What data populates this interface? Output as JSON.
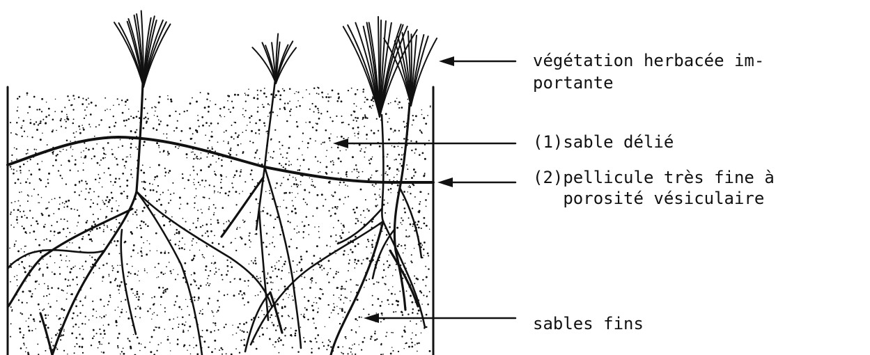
{
  "labels": {
    "vegetation_line1": "végétation herbacée im-",
    "vegetation_line2": "portante",
    "sable_delie": "(1)sable délié",
    "pellicule_line1": "(2)pellicule très fine à",
    "pellicule_line2": "   porosité vésiculaire",
    "sables_fins": "sables fins"
  },
  "colors": {
    "ink": "#111111",
    "background": "#ffffff"
  }
}
